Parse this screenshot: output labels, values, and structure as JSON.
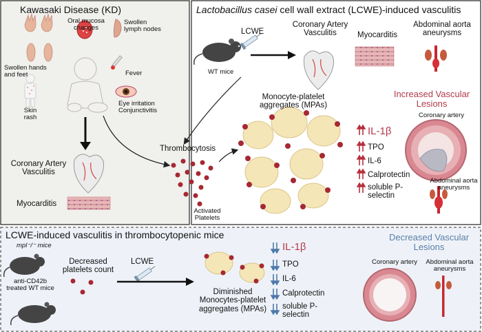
{
  "kd_panel": {
    "title": "Kawasaki Disease (KD)",
    "symptoms": {
      "oral_mucosa": "Oral mucosa changes",
      "lymph_nodes": "Swollen lymph nodes",
      "hands_feet": "Swollen hands and feet",
      "fever": "Fever",
      "skin_rash": "Skin rash",
      "eye": "Eye irritation Conjunctivitis"
    },
    "outcome_vasculitis": "Coronary Artery Vasculitis",
    "outcome_myocarditis": "Myocarditis"
  },
  "lcwe_panel": {
    "title_italic": "Lactobacillus casei",
    "title_rest": " cell wall extract (LCWE)-induced vasculitis",
    "lcwe_label": "LCWE",
    "wt_mice": "WT mice",
    "coronary": "Coronary Artery Vasculitis",
    "myocarditis": "Myocarditis",
    "aaa": "Abdominal aorta aneurysms",
    "mpa_title": "Monocyte-platelet aggregates (MPAs)",
    "thrombocytosis": "Thrombocytosis",
    "activated_platelets": "Activated Platelets",
    "markers": [
      "IL-1β",
      "TPO",
      "IL-6",
      "Calprotectin",
      "soluble P-selectin"
    ],
    "increased_title": "Increased Vascular Lesions",
    "coronary_artery": "Coronary artery",
    "aaa_small": "Abdominal aorta aneurysms"
  },
  "thrombo_panel": {
    "title": "LCWE-induced vasculitis in thrombocytopenic mice",
    "mpl_mice": "mpl⁻/⁻ mice",
    "anti_cd42b": "anti-CD42b treated WT mice",
    "decreased_platelets": "Decreased platelets count",
    "lcwe_label": "LCWE",
    "diminished": "Diminished Monocytes-platelet aggregates (MPAs)",
    "markers": [
      "IL-1β",
      "TPO",
      "IL-6",
      "Calprotectin",
      "soluble P-selectin"
    ],
    "decreased_title": "Decreased Vascular Lesions",
    "coronary_artery": "Coronary artery",
    "aaa": "Abdominal aorta aneurysms"
  },
  "colors": {
    "panel_bg": "#f1f1ee",
    "bottom_bg": "#eef2f8",
    "increase_arrow": "#b5303d",
    "decrease_arrow": "#4f79aa",
    "platelet": "#a62832",
    "monocyte": "#f5e6b8"
  }
}
